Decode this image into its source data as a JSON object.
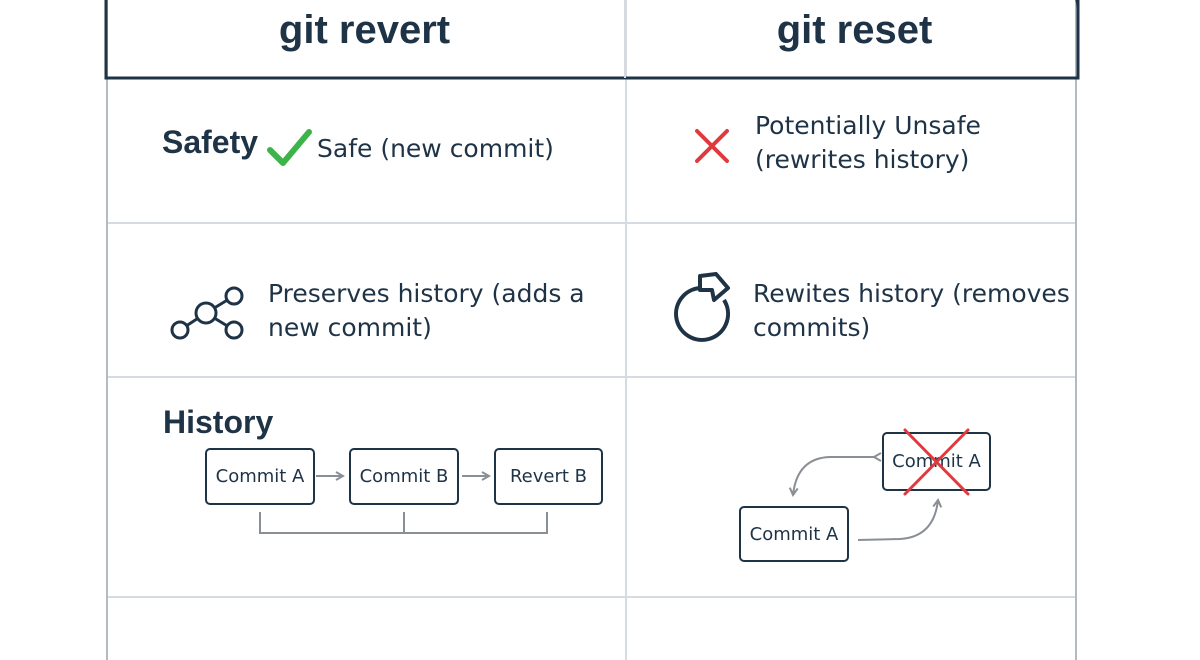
{
  "columns": {
    "left_title": "git revert",
    "right_title": "git reset"
  },
  "rows": {
    "safety": {
      "label": "Safety",
      "left_icon": "check-icon",
      "left_text": "Safe (new commit)",
      "right_icon": "cross-icon",
      "right_text_line1": "Potentially Unsafe",
      "right_text_line2": "(rewrites history)"
    },
    "history_effect": {
      "left_icon": "commit-graph-icon",
      "left_text_line1": "Preserves history (adds a",
      "left_text_line2": "new commit)",
      "right_icon": "rotate-arrow-icon",
      "right_text_line1": "Rewites history (removes",
      "right_text_line2": "commits)"
    },
    "history": {
      "label": "History",
      "revert_nodes": [
        "Commit A",
        "Commit B",
        "Revert B"
      ],
      "reset_removed_node": "Commit A",
      "reset_node": "Commit A"
    }
  },
  "colors": {
    "text": "#1f3347",
    "check": "#3cb44a",
    "cross": "#e0393e",
    "divider": "#d6dbe1",
    "arrow": "#8a8f96"
  }
}
